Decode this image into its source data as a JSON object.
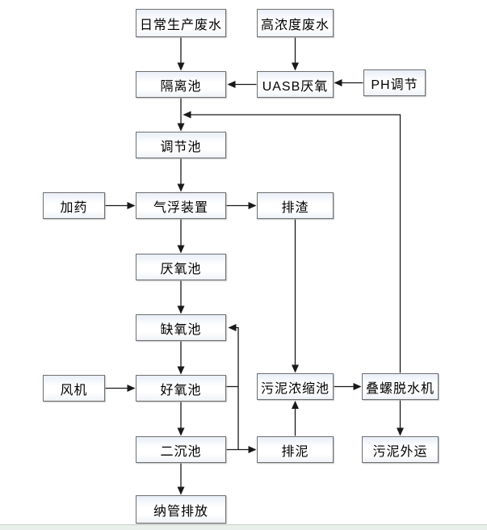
{
  "diagram": {
    "kind": "flowchart",
    "subject": "wastewater treatment process flow",
    "nodes": {
      "daily_wastewater": {
        "label": "日常生产废水"
      },
      "high_conc_wastewater": {
        "label": "高浓度废水"
      },
      "isolation_pool": {
        "label": "隔离池"
      },
      "uasb": {
        "label": "UASB厌氧"
      },
      "ph_adjust": {
        "label": "PH调节"
      },
      "regulating_pool": {
        "label": "调节池"
      },
      "dosing": {
        "label": "加药"
      },
      "air_flotation": {
        "label": "气浮装置"
      },
      "slag_discharge": {
        "label": "排渣"
      },
      "anaerobic_pool": {
        "label": "厌氧池"
      },
      "anoxic_pool": {
        "label": "缺氧池"
      },
      "fan": {
        "label": "风机"
      },
      "aerobic_pool": {
        "label": "好氧池"
      },
      "sludge_thickening": {
        "label": "污泥浓缩池"
      },
      "screw_dewatering": {
        "label": "叠螺脱水机"
      },
      "secondary_sedimentation": {
        "label": "二沉池"
      },
      "sludge_discharge": {
        "label": "排泥"
      },
      "sludge_outbound": {
        "label": "污泥外运"
      },
      "pipe_discharge": {
        "label": "纳管排放"
      }
    },
    "edges": [
      {
        "from": "日常生产废水",
        "to": "隔离池"
      },
      {
        "from": "高浓度废水",
        "to": "UASB厌氧"
      },
      {
        "from": "PH调节",
        "to": "UASB厌氧"
      },
      {
        "from": "UASB厌氧",
        "to": "隔离池"
      },
      {
        "from": "隔离池",
        "to": "调节池"
      },
      {
        "from": "调节池",
        "to": "气浮装置"
      },
      {
        "from": "加药",
        "to": "气浮装置"
      },
      {
        "from": "气浮装置",
        "to": "排渣"
      },
      {
        "from": "气浮装置",
        "to": "厌氧池"
      },
      {
        "from": "厌氧池",
        "to": "缺氧池"
      },
      {
        "from": "缺氧池",
        "to": "好氧池"
      },
      {
        "from": "风机",
        "to": "好氧池"
      },
      {
        "from": "好氧池",
        "to": "二沉池"
      },
      {
        "from": "二沉池",
        "to": "纳管排放"
      },
      {
        "from": "二沉池",
        "to": "排泥"
      },
      {
        "from": "二沉池",
        "to": "缺氧池"
      },
      {
        "from": "好氧池",
        "to": "缺氧池"
      },
      {
        "from": "排渣",
        "to": "污泥浓缩池"
      },
      {
        "from": "排泥",
        "to": "污泥浓缩池"
      },
      {
        "from": "污泥浓缩池",
        "to": "叠螺脱水机"
      },
      {
        "from": "叠螺脱水机",
        "to": "污泥外运"
      },
      {
        "from": "叠螺脱水机",
        "to": "调节池"
      }
    ],
    "colors": {
      "line": "#1a1a1a",
      "box_border": "#6f6f6f",
      "box_fill_top": "#e9eff8",
      "box_fill_bottom": "#eef2f7",
      "bottom_strip": "#e9efea"
    }
  }
}
